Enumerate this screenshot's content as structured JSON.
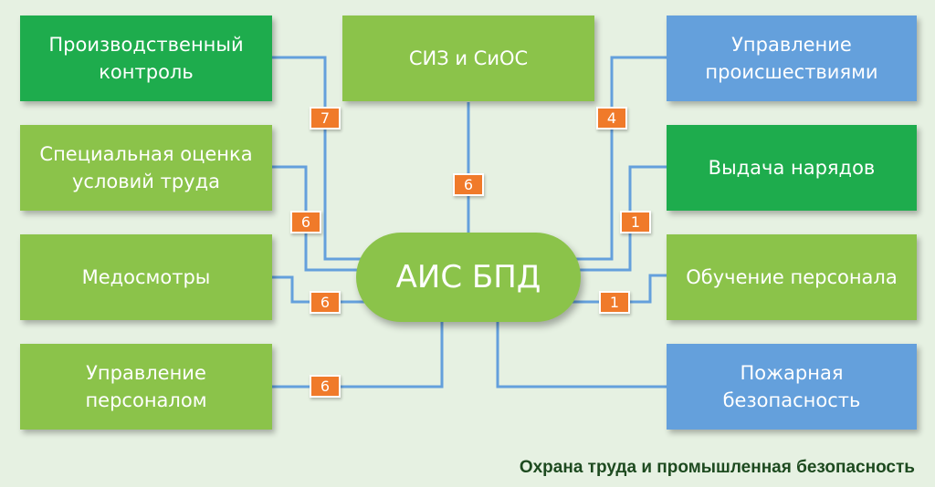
{
  "hub": {
    "label": "АИС БПД"
  },
  "modules": [
    {
      "id": "production-control",
      "lines": [
        "Производственный",
        "контроль"
      ],
      "color": "#1eac4d",
      "badge": "7"
    },
    {
      "id": "siz",
      "lines": [
        "СИЗ и СиОС"
      ],
      "color": "#8bc34a",
      "badge": "6"
    },
    {
      "id": "incidents",
      "lines": [
        "Управление",
        "происшествиями"
      ],
      "color": "#64a0dc",
      "badge": "4"
    },
    {
      "id": "special-assessment",
      "lines": [
        "Специальная оценка",
        "условий труда"
      ],
      "color": "#8bc34a",
      "badge": "6"
    },
    {
      "id": "work-permits",
      "lines": [
        "Выдача нарядов"
      ],
      "color": "#1eac4d",
      "badge": "1"
    },
    {
      "id": "medical",
      "lines": [
        "Медосмотры"
      ],
      "color": "#8bc34a",
      "badge": "6"
    },
    {
      "id": "training",
      "lines": [
        "Обучение персонала"
      ],
      "color": "#8bc34a",
      "badge": "1"
    },
    {
      "id": "personnel",
      "lines": [
        "Управление",
        "персоналом"
      ],
      "color": "#8bc34a",
      "badge": "6"
    },
    {
      "id": "fire-safety",
      "lines": [
        "Пожарная",
        "безопасность"
      ],
      "color": "#64a0dc",
      "badge": ""
    }
  ],
  "caption": "Охрана труда и промышленная безопасность",
  "colors": {
    "line": "#64a0dc",
    "badge": "#f07a2a",
    "background": "#e6f1e2"
  }
}
